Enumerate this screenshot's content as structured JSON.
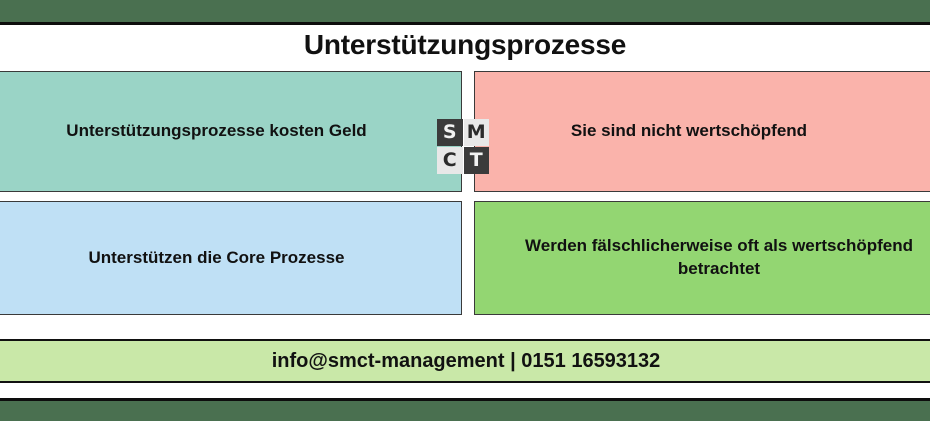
{
  "slide": {
    "title": "Unterstützungsprozesse",
    "accent_band_color": "#4a7050",
    "background_color": "#ffffff"
  },
  "boxes": [
    {
      "id": "support-costs-money",
      "text": "Unterstützungsprozesse kosten Geld",
      "color": "#9ad4c6",
      "position": "top-left"
    },
    {
      "id": "not-value-adding",
      "text": "Sie sind nicht wertschöpfend",
      "color": "#fab3ab",
      "position": "top-right"
    },
    {
      "id": "support-core-processes",
      "text": "Unterstützen die Core Prozesse",
      "color": "#bfe0f5",
      "position": "bottom-left"
    },
    {
      "id": "mistakenly-seen-as-value-adding",
      "text": "Werden fälschlicherweise oft als wertschöpfend betrachtet",
      "color": "#93d672",
      "position": "bottom-right"
    }
  ],
  "logo": {
    "name": "smct-logo",
    "cells": [
      "S",
      "M",
      "C",
      "T"
    ]
  },
  "footer": {
    "contact": "info@smct-management | 0151 16593132",
    "color": "#c9e8a8"
  }
}
